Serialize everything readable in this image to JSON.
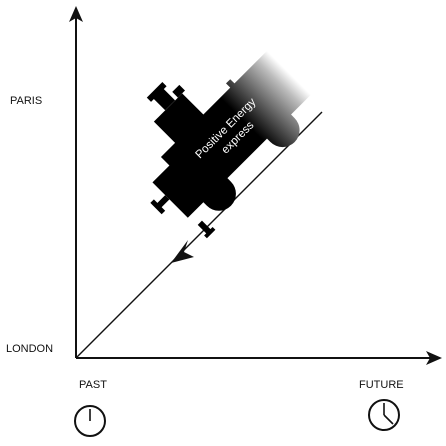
{
  "axes": {
    "y_top_label": "PARIS",
    "y_bottom_label": "LONDON",
    "x_left_label": "PAST",
    "x_right_label": "FUTURE"
  },
  "train": {
    "line1": "Positive Energy",
    "line2": "express"
  },
  "icons": {
    "past_clock": "clock-icon",
    "future_clock": "clock-icon"
  },
  "colors": {
    "ink": "#111111",
    "train_body": "#000000",
    "train_fade": "#ffffff"
  }
}
